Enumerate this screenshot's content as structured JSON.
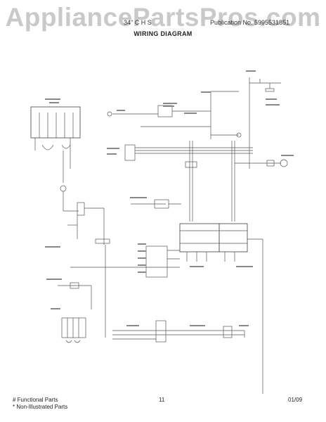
{
  "header": {
    "watermark": "AppliancePartsPros.com",
    "model_fragment": "34\" C H S",
    "publication": "Publication No. 5995531851",
    "title": "WIRING DIAGRAM"
  },
  "footer": {
    "functional_parts": "# Functional Parts",
    "non_illustrated_parts": "* Non-Illustrated Parts",
    "page_number": "11",
    "date": "01/09"
  },
  "colors": {
    "line": "#555555",
    "watermark": "#c9c9c9"
  }
}
